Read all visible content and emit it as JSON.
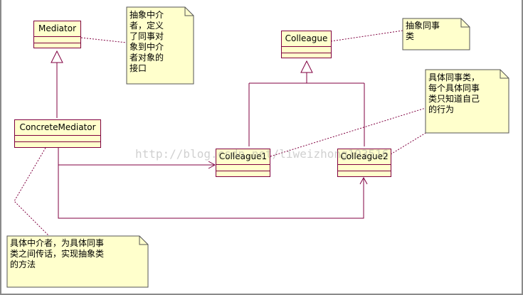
{
  "colors": {
    "class_fill": "#ffffcc",
    "border": "#800040",
    "note_fill": "#ffffcc",
    "note_border": "#555555",
    "link": "#800040",
    "background": "#ffffff"
  },
  "classes": {
    "mediator": {
      "name": "Mediator"
    },
    "concrete_mediator": {
      "name": "ConcreteMediator"
    },
    "colleague": {
      "name": "Colleague"
    },
    "colleague1": {
      "name": "Colleague1"
    },
    "colleague2": {
      "name": "Colleague2"
    }
  },
  "notes": {
    "mediator_note": "抽象中介\n者，定义\n了同事对\n象到中介\n者对象的\n接口",
    "colleague_note": "抽象同事\n类",
    "concrete_colleague_note": "具体同事类，\n每个具体同事\n类只知道自己\n的行为",
    "concrete_mediator_note": "具体中介者，为具体同事\n类之间传话，实现抽象类\n的方法"
  },
  "watermark": "http://blog.csdn.net/liweizhong193516"
}
